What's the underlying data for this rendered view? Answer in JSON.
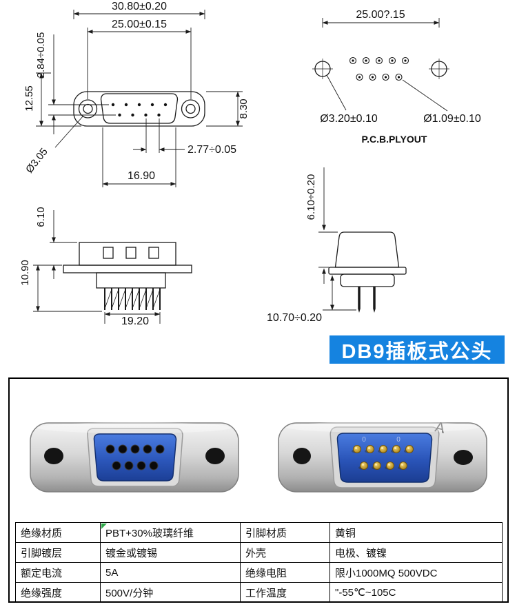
{
  "title_badge": "DB9插板式公头",
  "colors": {
    "accent_blue": "#1583e0",
    "insert_blue": "#2a5bc4",
    "pin_gold": "#c09a2e",
    "metal_gray": "#c9c9c9"
  },
  "drawings": {
    "front_view": {
      "dim_flange_width": "30.80±0.20",
      "dim_hole_spacing": "25.00±0.15",
      "dim_row_spacing": "2.84÷0.05",
      "dim_height_left": "12.55",
      "dim_shell_height": "8.30",
      "dim_pin_pitch": "2.77÷0.05",
      "dim_shell_width": "16.90",
      "dim_screw_hole": "Ø3.05"
    },
    "pcb_layout": {
      "title": "P.C.B.PLYOUT",
      "dim_hole_spacing": "25.00?.15",
      "dim_mount_hole": "Ø3.20±0.10",
      "dim_pin_hole": "Ø1.09±0.10"
    },
    "side_view": {
      "dim_body_height": "6.10",
      "dim_total_height": "10.90",
      "dim_pin_span": "19.20"
    },
    "profile_view": {
      "dim_shell_height": "6.10÷0.20",
      "dim_bottom": "10.70÷0.20"
    }
  },
  "photos": {
    "male_corner_mark": "A",
    "male_face_marks": [
      "0",
      "0"
    ]
  },
  "spec_table": {
    "rows": [
      [
        "绝缘材质",
        "PBT+30%玻璃纤维",
        "引脚材质",
        "黄铜"
      ],
      [
        "引脚镀层",
        "镀金或镀锡",
        "外壳",
        "电极、镀镍"
      ],
      [
        "额定电流",
        "5A",
        "绝缘电阻",
        "限小1000MQ 500VDC"
      ],
      [
        "绝缘强度",
        "500V/分钟",
        "工作温度",
        "\"-55℃~105C"
      ]
    ]
  }
}
